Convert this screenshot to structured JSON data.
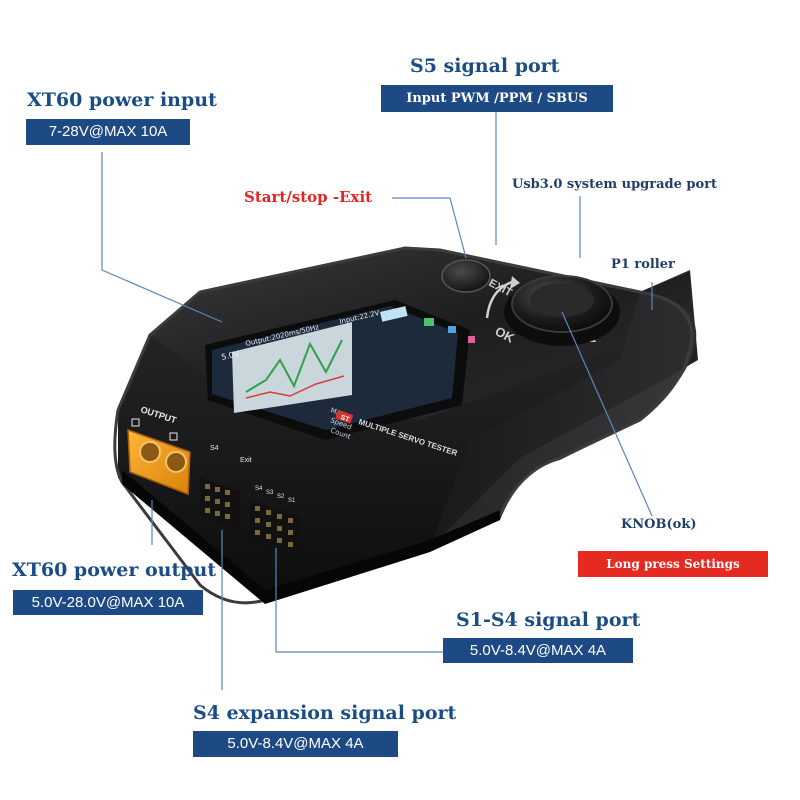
{
  "colors": {
    "label_blue": "#1a4c86",
    "badge_blue": "#1d4a85",
    "accent_red": "#e52521",
    "leader_line": "#5b87b8"
  },
  "labels": {
    "s5_title": "S5 signal port",
    "s5_badge": "Input PWM /PPM / SBUS",
    "xt60_in_title": "XT60 power input",
    "xt60_in_badge": "7-28V@MAX 10A",
    "start_stop": "Start/stop -Exit",
    "usb": "Usb3.0 system upgrade port",
    "p1": "P1 roller",
    "knob": "KNOB(ok)",
    "long_press": "Long press Settings",
    "xt60_out_title": "XT60 power output",
    "xt60_out_badge": "5.0V-28.0V@MAX 10A",
    "s1s4_title": "S1-S4 signal port",
    "s1s4_badge": "5.0V-8.4V@MAX 4A",
    "s4exp_title": "S4 expansion signal port",
    "s4exp_badge": "5.0V-8.4V@MAX 4A"
  },
  "device": {
    "output_label": "OUTPUT",
    "exit_label": "EXIT",
    "ok_label": "OK",
    "brand_label": "MULTIPLE SERVO TESTER",
    "model_label": "ST",
    "port_s4": "S4",
    "port_exit": "Exit",
    "port_labels": [
      "S4",
      "S3",
      "S2",
      "S1"
    ],
    "screen_values": [
      "5.0V",
      "Output:2020ms/50Hz",
      "Input:22.2V",
      "MAX",
      "Speed",
      "Count"
    ]
  }
}
